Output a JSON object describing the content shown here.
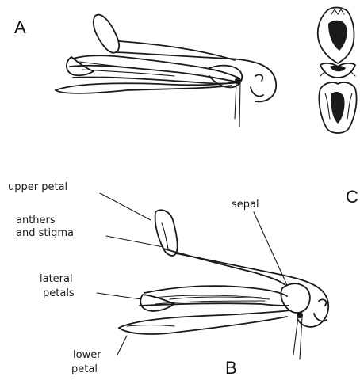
{
  "panels": {
    "a": "A",
    "b": "B",
    "c": "C"
  },
  "labels": {
    "upper_petal": "upper petal",
    "anthers_line1": "anthers",
    "anthers_line2": "and stigma",
    "sepal": "sepal",
    "lateral_line1": "lateral",
    "lateral_line2": "petals",
    "lower_line1": "lower",
    "lower_line2": "petal"
  }
}
